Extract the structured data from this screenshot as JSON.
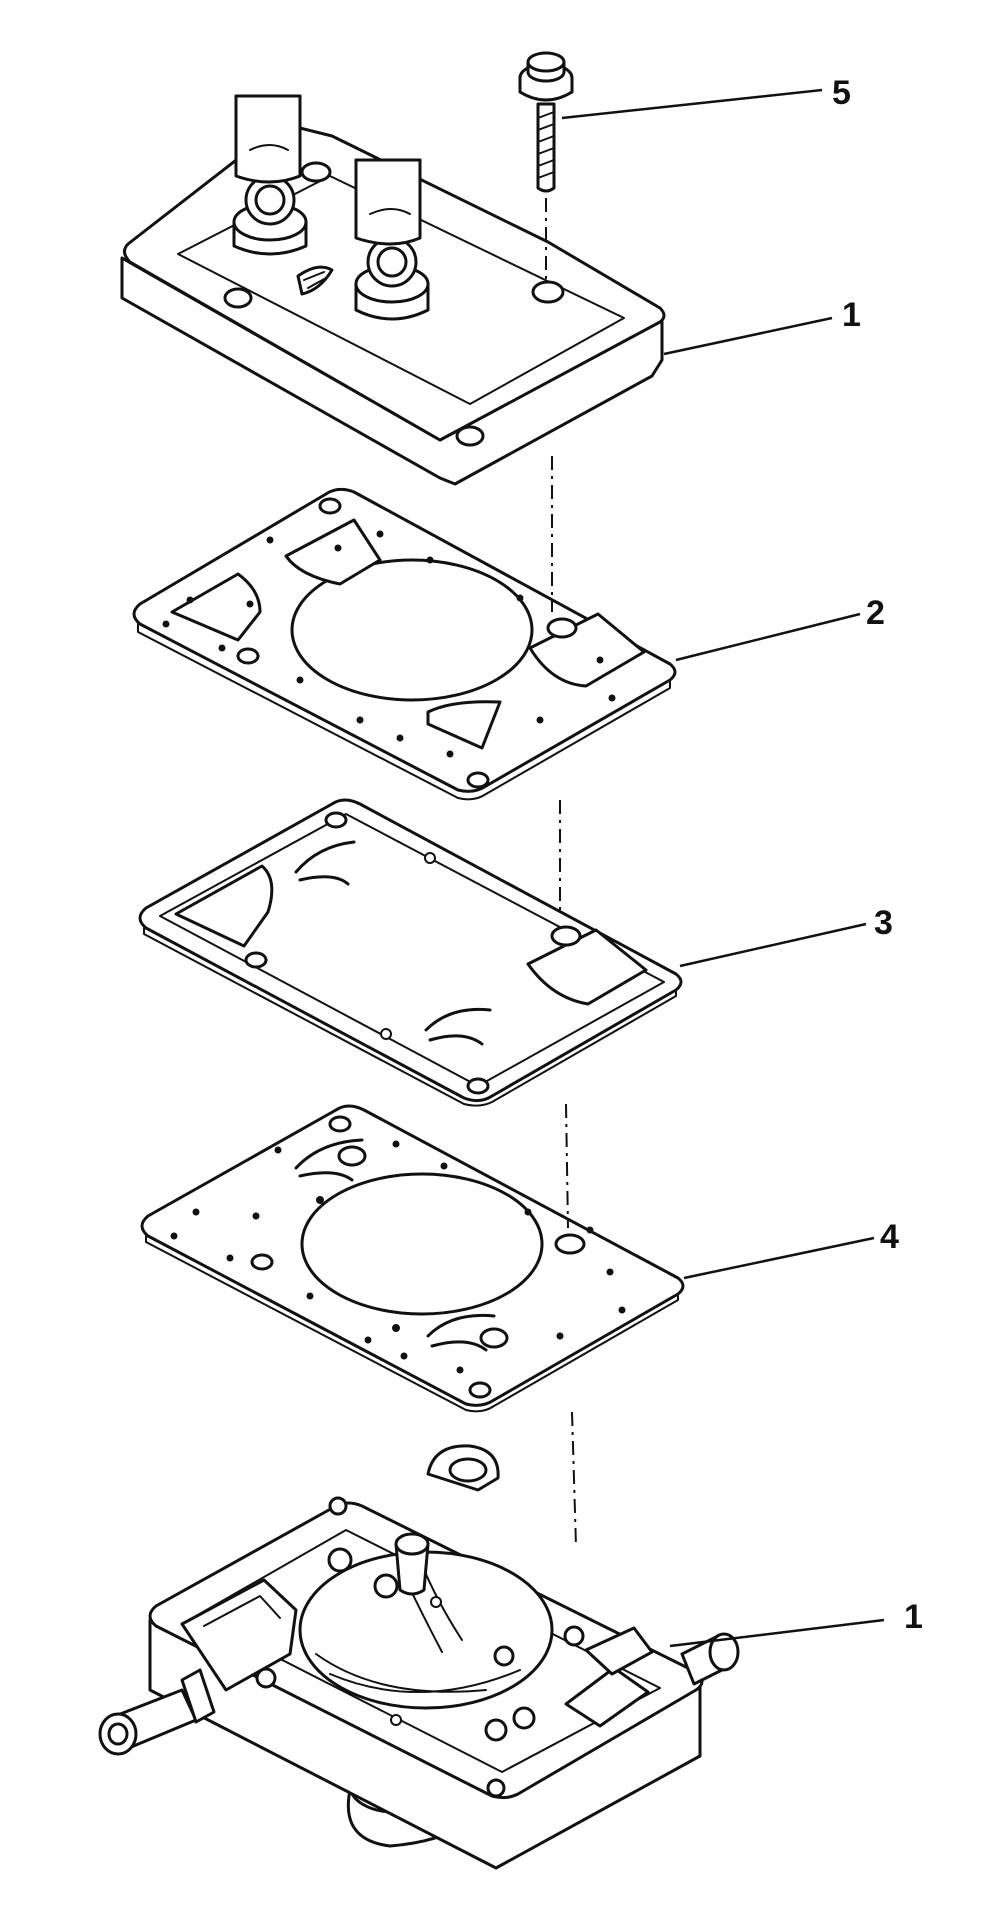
{
  "callouts": [
    {
      "id": "screw",
      "label": "5"
    },
    {
      "id": "top-cover",
      "label": "1"
    },
    {
      "id": "gasket",
      "label": "2"
    },
    {
      "id": "diaphragm",
      "label": "3"
    },
    {
      "id": "lower-gasket",
      "label": "4"
    },
    {
      "id": "pump-body",
      "label": "1"
    }
  ],
  "colors": {
    "ink": "#111111",
    "paper": "#ffffff"
  }
}
